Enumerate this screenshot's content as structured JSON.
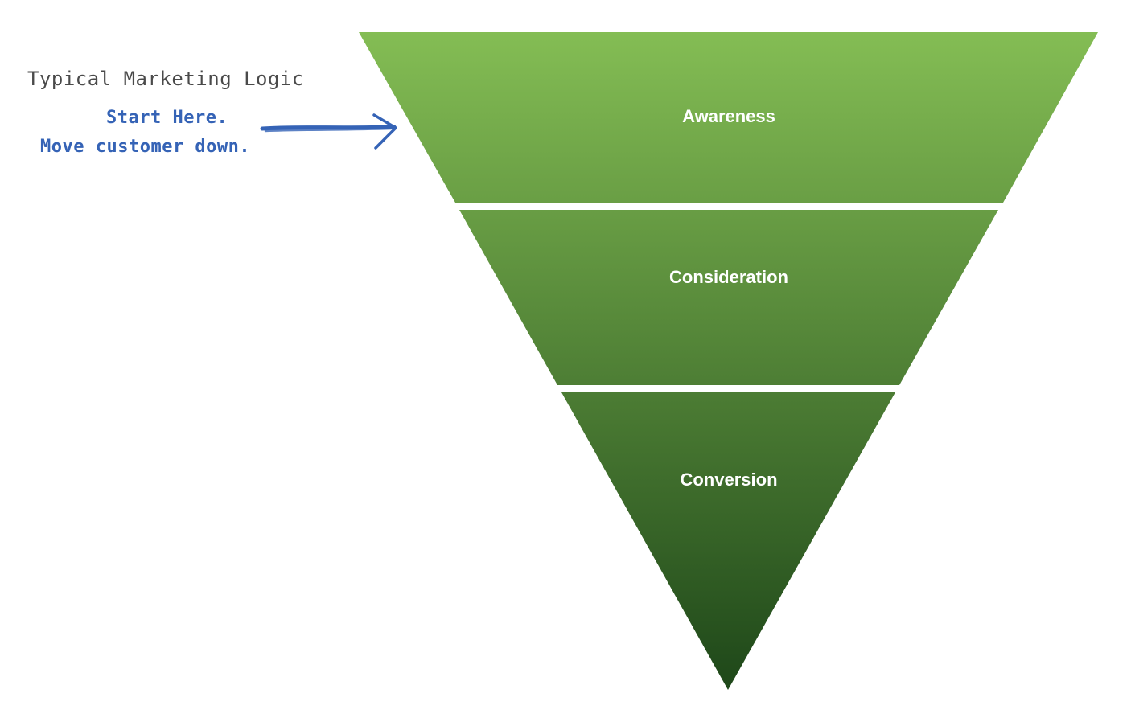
{
  "annotation": {
    "heading": "Typical Marketing Logic",
    "lines": [
      "Start Here.",
      "Move customer down."
    ]
  },
  "funnel": {
    "stages": [
      {
        "label": "Awareness"
      },
      {
        "label": "Consideration"
      },
      {
        "label": "Conversion"
      }
    ]
  },
  "colors": {
    "stage_top": "#84bd54",
    "stage_bottom": "#1e4719",
    "heading_text": "#4a4a4a",
    "note_text": "#3563b6",
    "arrow": "#3563b6",
    "label_text": "#ffffff"
  }
}
